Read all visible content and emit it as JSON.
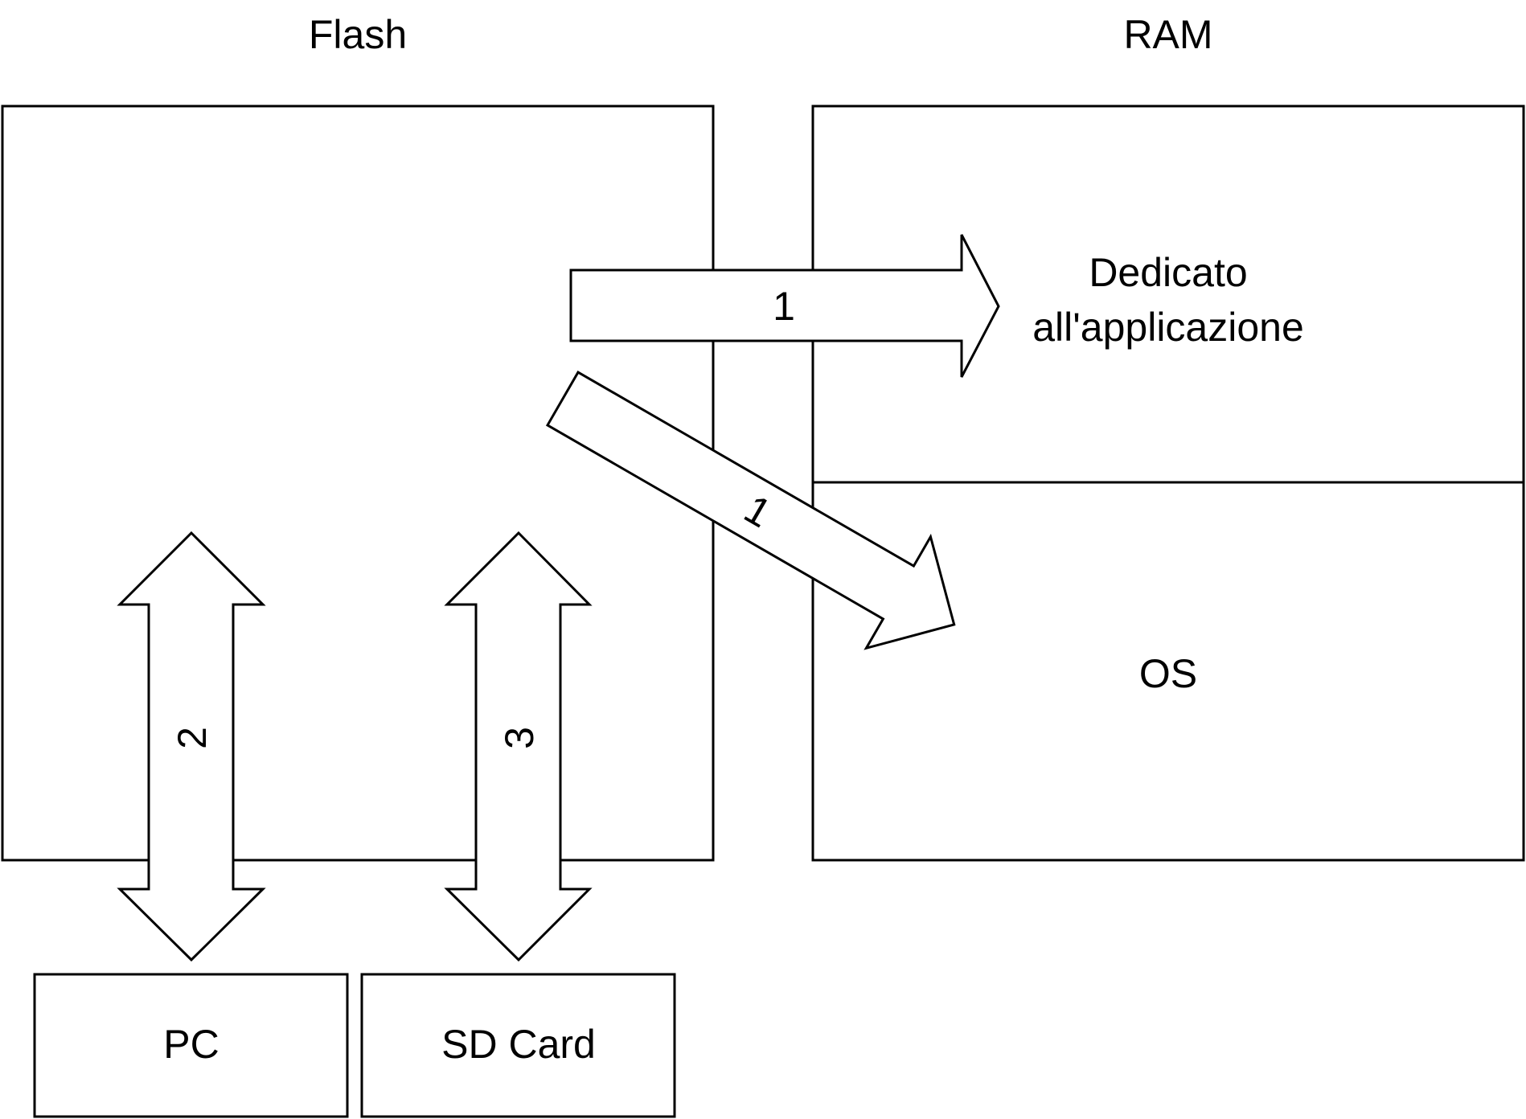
{
  "headers": {
    "flash": "Flash",
    "ram": "RAM"
  },
  "ram": {
    "app_section": [
      "Dedicato",
      "all'applicazione"
    ],
    "os_section": "OS"
  },
  "devices": {
    "pc": "PC",
    "sd_card": "SD Card"
  },
  "arrows": {
    "flash_to_app": "1",
    "flash_to_os": "1",
    "pc_flash": "2",
    "sd_flash": "3"
  },
  "colors": {
    "stroke": "#000000",
    "fill": "#ffffff"
  }
}
